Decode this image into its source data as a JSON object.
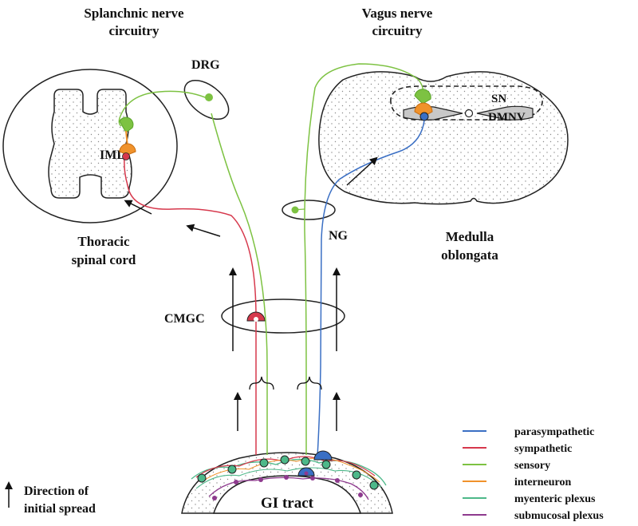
{
  "titles": {
    "splanchnic_line1": "Splanchnic nerve",
    "splanchnic_line2": "circuitry",
    "vagus_line1": "Vagus nerve",
    "vagus_line2": "circuitry"
  },
  "labels": {
    "drg": "DRG",
    "iml": "IML",
    "thoracic_line1": "Thoracic",
    "thoracic_line2": "spinal cord",
    "cmgc": "CMGC",
    "ng": "NG",
    "medulla_line1": "Medulla",
    "medulla_line2": "oblongata",
    "sn": "SN",
    "dmnv": "DMNV",
    "gi_tract": "GI tract"
  },
  "direction_legend": {
    "line1": "Direction of",
    "line2": "initial spread"
  },
  "legend": [
    {
      "label": "parasympathetic",
      "color": "#3a6fc4"
    },
    {
      "label": "sympathetic",
      "color": "#d6384c"
    },
    {
      "label": "sensory",
      "color": "#7dc242"
    },
    {
      "label": "interneuron",
      "color": "#f0922b"
    },
    {
      "label": "myenteric plexus",
      "color": "#4db889"
    },
    {
      "label": "submucosal plexus",
      "color": "#8e3a8e"
    }
  ],
  "colors": {
    "parasympathetic": "#3a6fc4",
    "sympathetic": "#d6384c",
    "sensory": "#7dc242",
    "interneuron": "#f0922b",
    "myenteric": "#4db889",
    "submucosal": "#8e3a8e",
    "nucleus_fill": "#c8c8c8"
  }
}
